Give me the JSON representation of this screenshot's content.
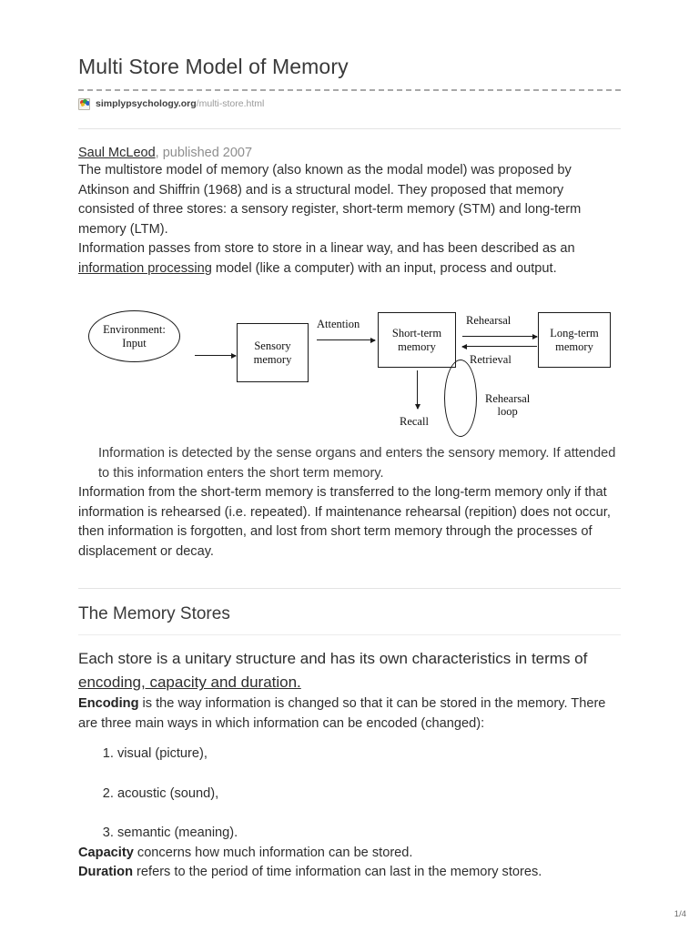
{
  "document": {
    "title": "Multi Store Model of Memory",
    "url_domain": "simplypsychology.org",
    "url_path": "/multi-store.html",
    "favicon_name": "simplypsychology-brain-icon",
    "author": "Saul McLeod",
    "published": ", published 2007",
    "page_number": "1/4"
  },
  "intro": {
    "paragraph_1": "The multistore model of memory (also known as the modal model) was proposed by Atkinson and Shiffrin (1968) and is a structural model. They proposed that memory consisted of three stores: a sensory register, short-term memory (STM) and long-term memory (LTM).",
    "paragraph_2_before_link": "Information passes from store to store in a linear way, and has been described as an ",
    "paragraph_2_link": "information processing",
    "paragraph_2_after_link": " model (like a computer) with an input, process and output."
  },
  "diagram": {
    "environment": "Environment: Input",
    "environment_line1": "Environment:",
    "environment_line2": "Input",
    "sensory_line1": "Sensory",
    "sensory_line2": "memory",
    "stm_line1": "Short-term",
    "stm_line2": "memory",
    "ltm_line1": "Long-term",
    "ltm_line2": "memory",
    "attention": "Attention",
    "rehearsal": "Rehearsal",
    "retrieval": "Retrieval",
    "recall": "Recall",
    "rehearsal_loop_line1": "Rehearsal",
    "rehearsal_loop_line2": "loop"
  },
  "caption": {
    "text": "Information is detected by the sense organs and enters the sensory memory. If attended to this information enters the short term memory."
  },
  "transfer": {
    "paragraph": "Information from the short-term memory is transferred to the long-term memory only if that information is rehearsed (i.e. repeated). If maintenance rehearsal (repition) does not occur, then information is forgotten, and lost from short term memory through the processes of displacement or decay."
  },
  "memory_stores": {
    "heading": "The Memory Stores",
    "lead_before_link": "Each store is a unitary structure and has its own characteristics in terms of ",
    "lead_link": "encoding, capacity and duration.",
    "encoding_bold": "Encoding",
    "encoding_text": " is the way information is changed so that it can be stored in the memory. There are three main ways in which information can be encoded (changed):",
    "encoding_list": [
      "visual (picture),",
      "acoustic (sound),",
      "semantic (meaning)."
    ],
    "capacity_bold": "Capacity",
    "capacity_text": " concerns how much information can be stored.",
    "duration_bold": "Duration",
    "duration_text": " refers to the period of time information can last in the memory stores."
  },
  "colors": {
    "text": "#2e2e2e",
    "muted": "#8e8e8e",
    "rule": "#e3e3e3",
    "dashed": "#a8a8a8"
  }
}
